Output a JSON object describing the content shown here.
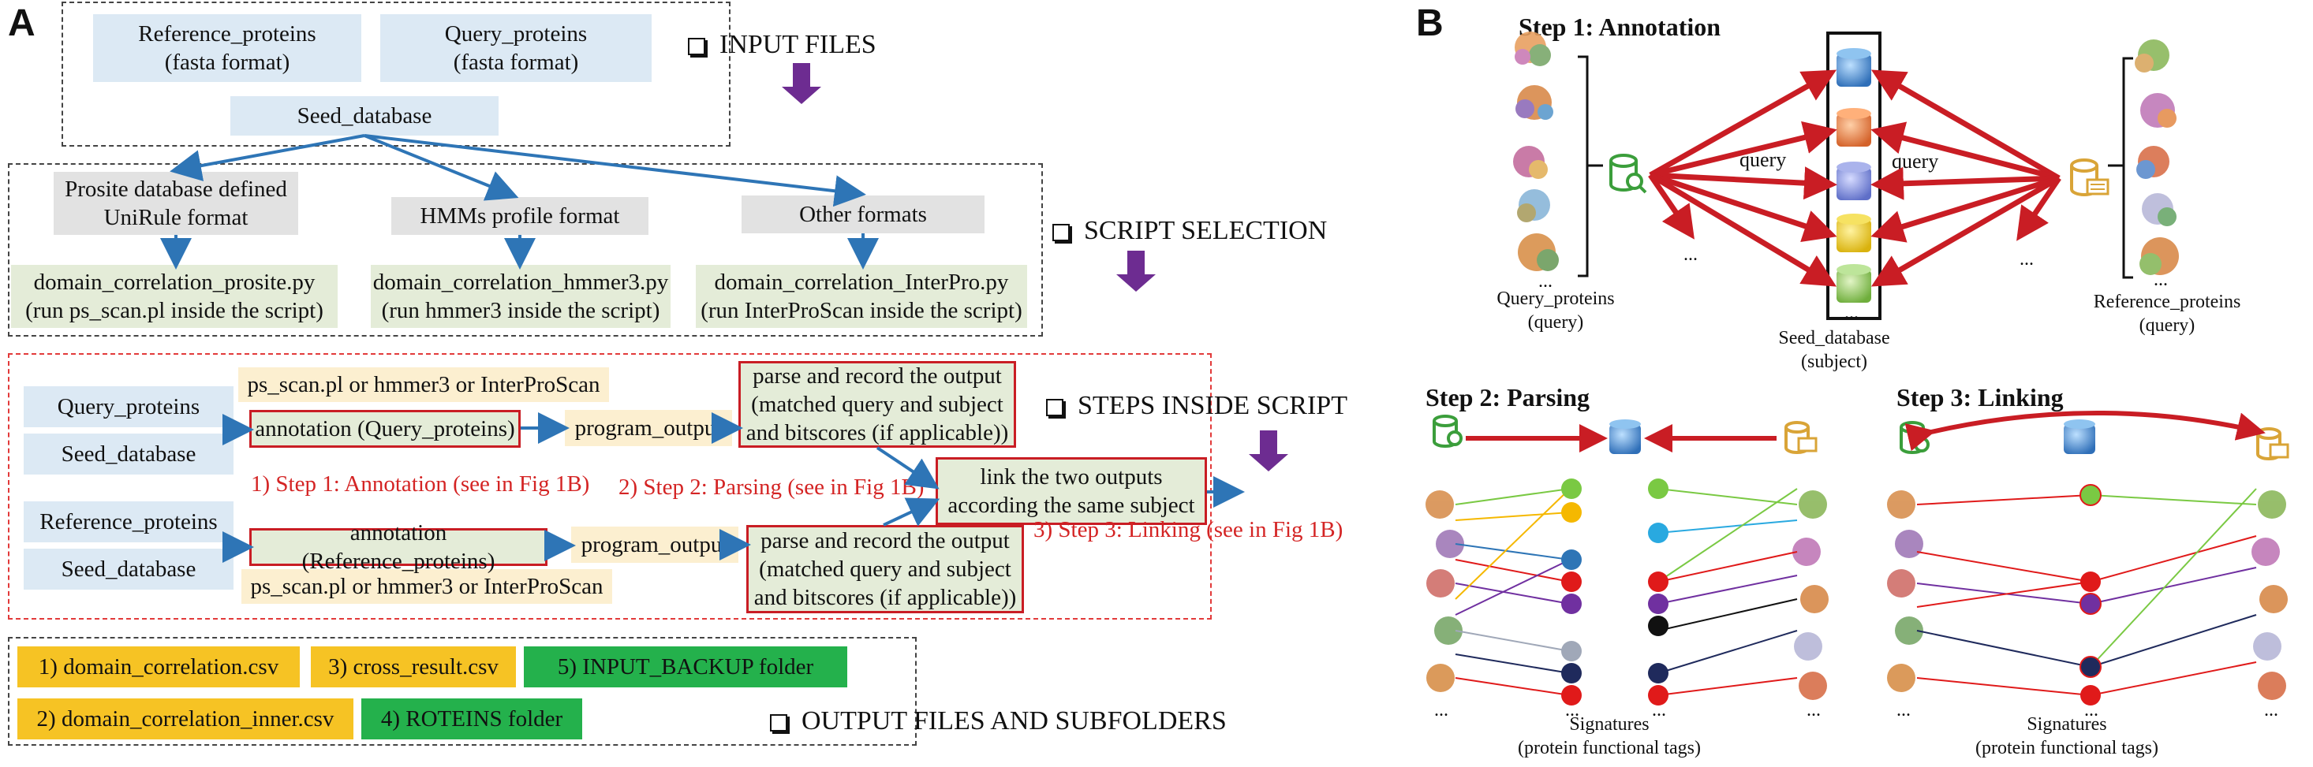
{
  "panels": {
    "a": "A",
    "b": "B"
  },
  "input": {
    "reference": "Reference_proteins\n(fasta format)",
    "query": "Query_proteins\n(fasta format)",
    "seed": "Seed_database",
    "label": "INPUT FILES"
  },
  "script_selection": {
    "label": "SCRIPT SELECTION",
    "formats": [
      "Prosite database defined\nUniRule format",
      "HMMs profile format",
      "Other formats"
    ],
    "scripts": [
      "domain_correlation_prosite.py\n(run ps_scan.pl inside the script)",
      "domain_correlation_hmmer3.py\n(run hmmer3 inside the script)",
      "domain_correlation_InterPro.py\n(run InterProScan inside the script)"
    ]
  },
  "steps": {
    "label": "STEPS INSIDE SCRIPT",
    "query_proteins": "Query_proteins",
    "seed_db_1": "Seed_database",
    "reference_proteins": "Reference_proteins",
    "seed_db_2": "Seed_database",
    "tools_top": "ps_scan.pl or hmmer3 or InterProScan",
    "tools_bottom": "ps_scan.pl or hmmer3 or InterProScan",
    "annot_query": "annotation (Query_proteins)",
    "annot_ref": "annotation (Reference_proteins)",
    "output_1": "program_output",
    "output_2": "program_output",
    "parse_1": "parse and record the output\n(matched query and subject\nand bitscores (if applicable))",
    "parse_2": "parse and record the output\n(matched query and subject\nand bitscores (if applicable))",
    "link": "link the two outputs\naccording the same subject",
    "step1_note": "1) Step 1: Annotation (see in Fig 1B)",
    "step2_note": "2) Step 2: Parsing (see in Fig 1B)",
    "step3_note": "3) Step 3: Linking (see in Fig 1B)"
  },
  "outputs": {
    "label": "OUTPUT FILES AND SUBFOLDERS",
    "items": [
      "1)  domain_correlation.csv",
      "3) cross_result.csv",
      "5) INPUT_BACKUP folder",
      "2) domain_correlation_inner.csv",
      "4) ROTEINS folder"
    ]
  },
  "panel_b": {
    "step1_title": "Step 1: Annotation",
    "step2_title": "Step 2: Parsing",
    "step3_title": "Step 3: Linking",
    "query_label": "query",
    "query_label_2": "query",
    "query_proteins": "Query_proteins\n(query)",
    "reference_proteins": "Reference_proteins\n(query)",
    "seed_database": "Seed_database\n(subject)",
    "signatures_1": "Signatures\n(protein functional tags)",
    "signatures_2": "Signatures\n(protein functional tags)",
    "ellipsis": "..."
  },
  "colors": {
    "red_arrow": "#c91d24",
    "blue_arrow": "#2e75b6",
    "purple_arrow": "#6d2c91",
    "query_icon": "#3b9e3b",
    "reference_icon": "#d9a437"
  }
}
